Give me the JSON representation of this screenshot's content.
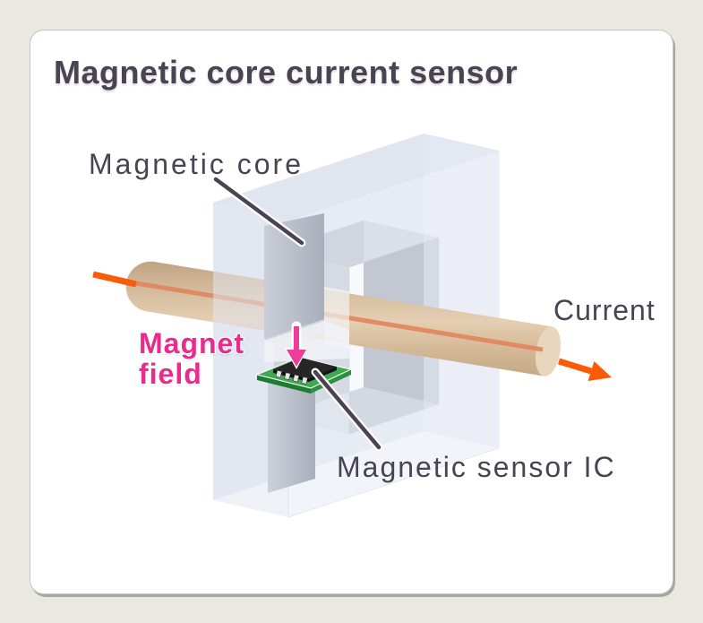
{
  "title": "Magnetic core current sensor",
  "labels": {
    "magnetic_core": "Magnetic core",
    "current": "Current",
    "magnet_field_line1": "Magnet",
    "magnet_field_line2": "field",
    "magnetic_sensor_ic": "Magnetic sensor IC"
  },
  "colors": {
    "page_bg": "#eae9e1",
    "card_bg": "#ffffff",
    "text_dark": "#4a4452",
    "magnet_field_pink": "#ea2a8d",
    "field_arrow_pink": "#ee3d96",
    "current_arrow_orange": "#fb5a07",
    "rod_tan": "#dcc3a6",
    "rod_stripe": "#e0875e",
    "core_light": "#e9edf6",
    "core_shadow_gray": "#b6bac6",
    "pcb_green": "#3fa850",
    "chip_black": "#262626",
    "pointer_line": "#4b4450"
  }
}
